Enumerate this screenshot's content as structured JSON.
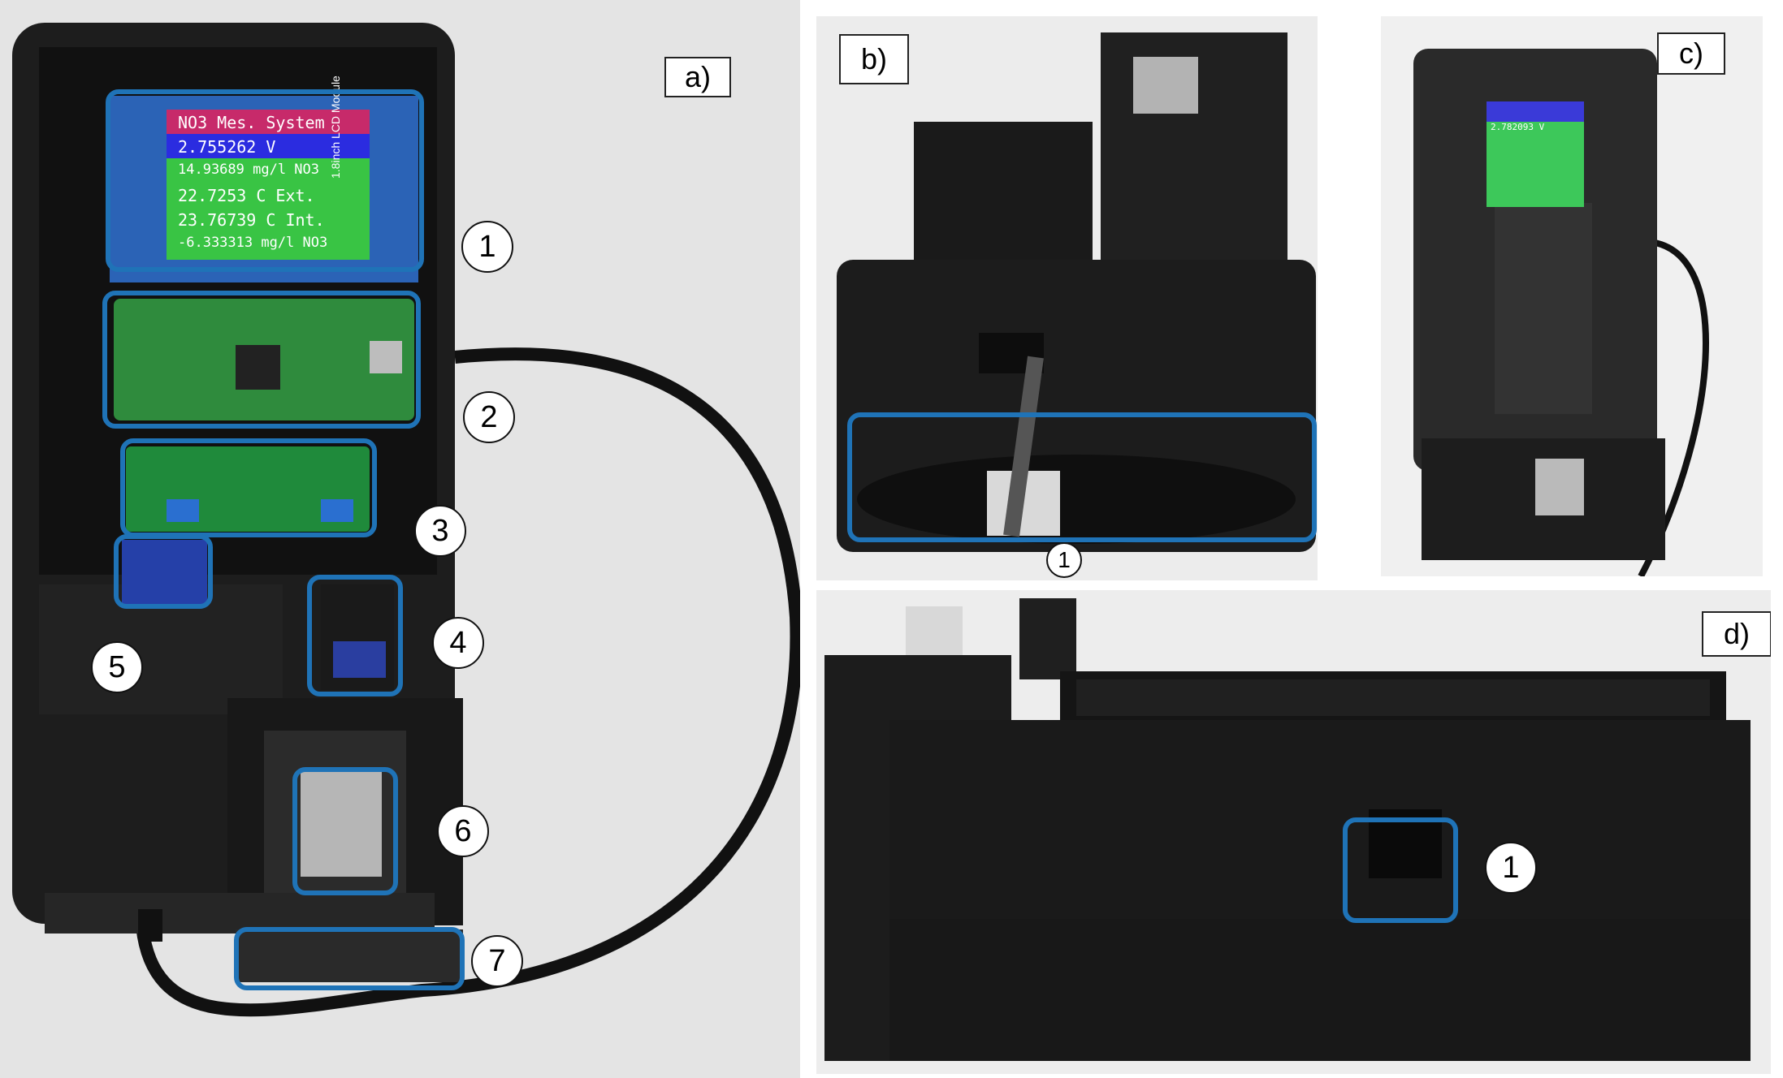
{
  "panels": {
    "a": {
      "label": "a)"
    },
    "b": {
      "label": "b)"
    },
    "c": {
      "label": "c)"
    },
    "d": {
      "label": "d)"
    }
  },
  "lcd": {
    "lines": [
      "NO3 Mes. System",
      "2.755262 V",
      "14.93689 mg/l NO3",
      "22.7253 C Ext.",
      "23.76739 C Int.",
      "-6.333313 mg/l NO3"
    ],
    "module_text": "1.8inch LCD Module"
  },
  "small_lcd": {
    "lines": [
      "2.782093 V"
    ]
  },
  "callouts_a": [
    "1",
    "2",
    "3",
    "4",
    "5",
    "6",
    "7"
  ],
  "callout_b": "1",
  "callout_d": "1",
  "colors": {
    "highlight": "#1f73b7",
    "case": "#1c1c1c",
    "background": "#e8e8e8"
  }
}
